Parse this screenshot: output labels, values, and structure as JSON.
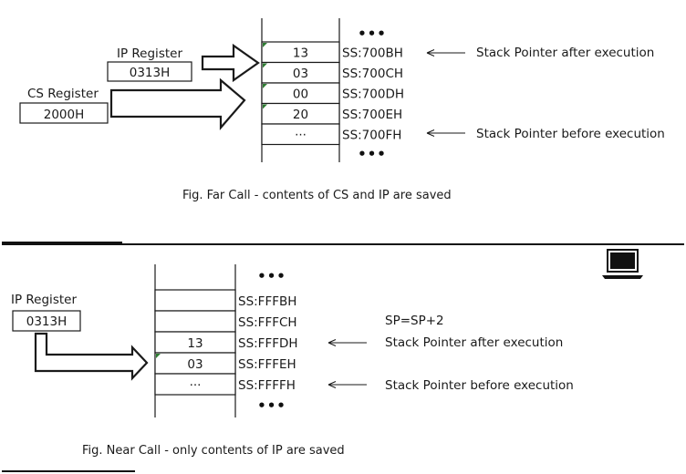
{
  "far_call": {
    "ip_label": "IP Register",
    "ip_value": "0313H",
    "cs_label": "CS Register",
    "cs_value": "2000H",
    "top_dots": "•••",
    "bottom_dots": "•••",
    "cells": [
      "13",
      "03",
      "00",
      "20",
      "···"
    ],
    "addresses": [
      "SS:700BH",
      "SS:700CH",
      "SS:700DH",
      "SS:700EH",
      "SS:700FH"
    ],
    "sp_after": "Stack Pointer after execution",
    "sp_before": "Stack Pointer before execution",
    "caption": "Fig. Far Call - contents of CS and IP are saved"
  },
  "near_call": {
    "ip_label": "IP Register",
    "ip_value": "0313H",
    "top_dots": "•••",
    "bottom_dots": "•••",
    "cells": [
      "",
      "",
      "13",
      "03",
      "···"
    ],
    "addresses": [
      "SS:FFFBH",
      "SS:FFFCH",
      "SS:FFFDH",
      "SS:FFFEH",
      "SS:FFFFH"
    ],
    "sp_formula": "SP=SP+2",
    "sp_after": "Stack Pointer after execution",
    "sp_before": "Stack Pointer before execution",
    "caption": "Fig. Near Call - only contents of IP are saved"
  },
  "colors": {
    "ink": "#1a1a1a",
    "marker": "#2e7d32"
  },
  "icons": [
    "laptop-icon"
  ]
}
